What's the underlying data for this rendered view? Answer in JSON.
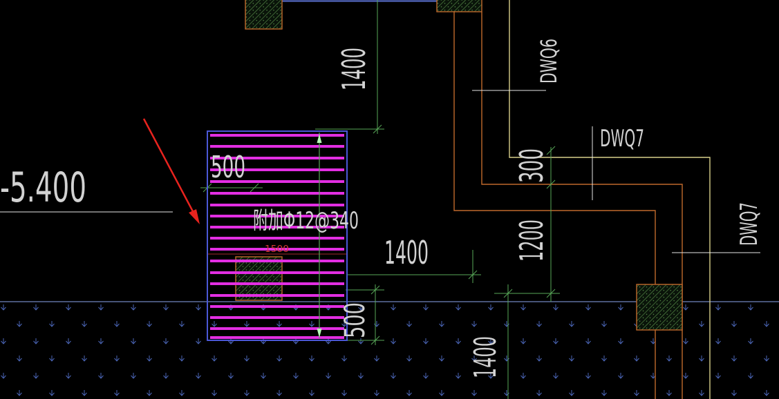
{
  "drawing": {
    "elevation": {
      "label": "-5.400"
    },
    "wall_tags": {
      "dwq6": "DWQ6",
      "dwq7_top": "DWQ7",
      "dwq7_right": "DWQ7"
    },
    "dimensions": {
      "upper_vertical": "1400",
      "right_upper": "300",
      "right_lower": "1200",
      "middle_horizontal": "1400",
      "box_top": "500",
      "box_inner": "1500",
      "box_bottom": "500",
      "lower_vertical": "1400"
    },
    "rebar_note": "附加Φ12@340"
  },
  "colors": {
    "background": "#000000",
    "ground_line": "#5f6fa0",
    "soil_symbol": "#4b66b8",
    "wall_outline": "#c0692c",
    "wall_hatch": "#5f9a4e",
    "yellow_line": "#d8cf8a",
    "leader_line": "#e6e6e6",
    "dimension_line": "#58a858",
    "rebar_box": "#4b58d6",
    "rebar_bars": "#e22ee2",
    "annotation_arrow": "#e8231e",
    "text": "#d2d2d2",
    "small_dim_text": "#d83a3a",
    "dim_arrow": "#b6ffb6",
    "top_edge": "#4c5fb0"
  }
}
